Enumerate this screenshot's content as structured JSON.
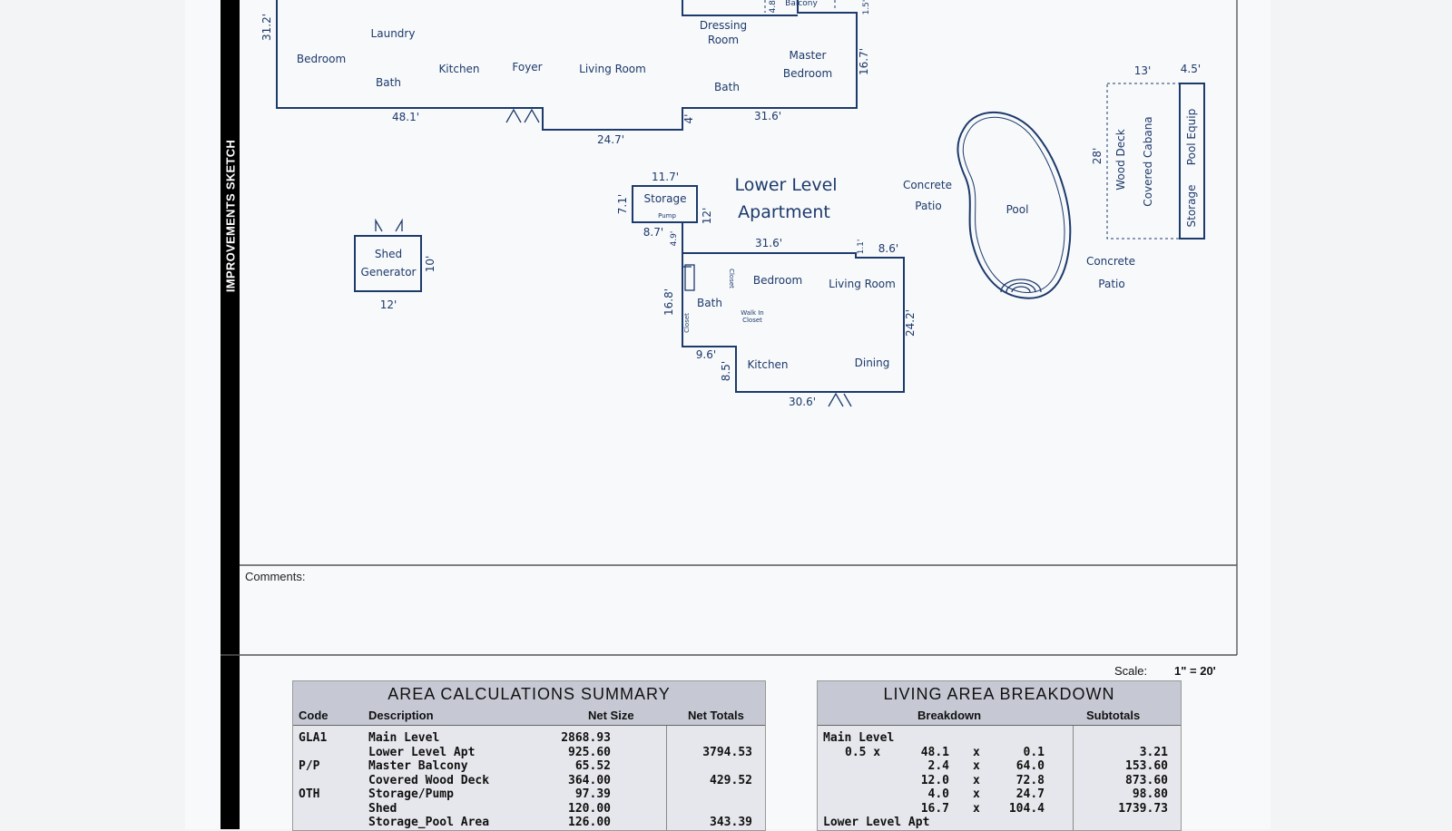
{
  "sidebar": {
    "label": "IMPROVEMENTS SKETCH"
  },
  "sketch": {
    "main_level": {
      "rooms": [
        "Laundry",
        "Bedroom",
        "Bath",
        "Kitchen",
        "Foyer",
        "Living Room",
        "Dressing Room",
        "Master Bedroom",
        "Bath",
        "Balcony"
      ],
      "dims": [
        "31.2'",
        "48.1'",
        "24.7'",
        "4'",
        "31.6'",
        "16.7'",
        "4.8'",
        "1.5'"
      ]
    },
    "lower_level": {
      "title_line1": "Lower Level",
      "title_line2": "Apartment",
      "rooms": [
        "Storage",
        "Pump",
        "Bedroom",
        "Living Room",
        "Bath",
        "Walk In",
        "Closet",
        "Closet",
        "Closet",
        "Kitchen",
        "Dining"
      ],
      "dims": [
        "11.7'",
        "7.1'",
        "12'",
        "8.7'",
        "4.9'",
        "31.6'",
        "1.1'",
        "8.6'",
        "16.8'",
        "24.2'",
        "9.6'",
        "8.5'",
        "30.6'"
      ]
    },
    "shed": {
      "line1": "Shed",
      "line2": "Generator",
      "dim_w": "12'",
      "dim_h": "10'"
    },
    "pool_area": {
      "patio_top_1": "Concrete",
      "patio_top_2": "Patio",
      "pool": "Pool",
      "patio_bottom_1": "Concrete",
      "patio_bottom_2": "Patio",
      "wood_deck": "Wood Deck",
      "covered_cabana": "Covered Cabana",
      "pool_equip": "Pool Equip",
      "storage": "Storage",
      "dim_13": "13'",
      "dim_45": "4.5'",
      "dim_28": "28'"
    }
  },
  "comments": {
    "label": "Comments:"
  },
  "scale": {
    "label": "Scale:",
    "value": "1\" = 20'"
  },
  "area_summary": {
    "title": "AREA CALCULATIONS SUMMARY",
    "headers": {
      "code": "Code",
      "description": "Description",
      "net_size": "Net Size",
      "net_totals": "Net Totals"
    },
    "rows": [
      {
        "code": "GLA1",
        "description": "Main Level",
        "net_size": "2868.93",
        "net_total": ""
      },
      {
        "code": "",
        "description": "Lower Level Apt",
        "net_size": "925.60",
        "net_total": "3794.53"
      },
      {
        "code": "P/P",
        "description": "Master Balcony",
        "net_size": "65.52",
        "net_total": ""
      },
      {
        "code": "",
        "description": "Covered Wood Deck",
        "net_size": "364.00",
        "net_total": "429.52"
      },
      {
        "code": "OTH",
        "description": "Storage/Pump",
        "net_size": "97.39",
        "net_total": ""
      },
      {
        "code": "",
        "description": "Shed",
        "net_size": "120.00",
        "net_total": ""
      },
      {
        "code": "",
        "description": "Storage_Pool Area",
        "net_size": "126.00",
        "net_total": "343.39"
      }
    ]
  },
  "living_breakdown": {
    "title": "LIVING AREA BREAKDOWN",
    "headers": {
      "breakdown": "Breakdown",
      "subtotals": "Subtotals"
    },
    "section1": "Main Level",
    "rows": [
      {
        "factor": "0.5 x",
        "a": "48.1",
        "x": "x",
        "b": "0.1",
        "subtotal": "3.21"
      },
      {
        "factor": "",
        "a": "2.4",
        "x": "x",
        "b": "64.0",
        "subtotal": "153.60"
      },
      {
        "factor": "",
        "a": "12.0",
        "x": "x",
        "b": "72.8",
        "subtotal": "873.60"
      },
      {
        "factor": "",
        "a": "4.0",
        "x": "x",
        "b": "24.7",
        "subtotal": "98.80"
      },
      {
        "factor": "",
        "a": "16.7",
        "x": "x",
        "b": "104.4",
        "subtotal": "1739.73"
      }
    ],
    "section2": "Lower Level Apt"
  }
}
